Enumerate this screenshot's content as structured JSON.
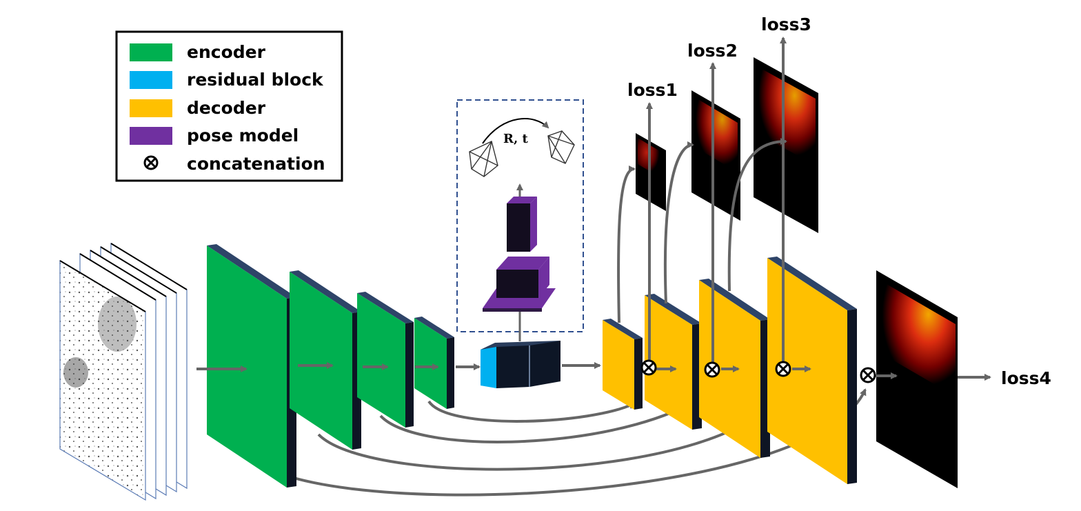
{
  "legend": {
    "items": [
      {
        "label": "encoder",
        "color": "#00b050",
        "kind": "swatch"
      },
      {
        "label": "residual block",
        "color": "#00b0f0",
        "kind": "swatch"
      },
      {
        "label": "decoder",
        "color": "#ffc000",
        "kind": "swatch"
      },
      {
        "label": "pose model",
        "color": "#7030a0",
        "kind": "swatch"
      },
      {
        "label": "concatenation",
        "color": "#000000",
        "kind": "otimes-icon"
      }
    ]
  },
  "pose": {
    "transform_label": "R, t"
  },
  "outputs": {
    "loss1": "loss1",
    "loss2": "loss2",
    "loss3": "loss3",
    "loss4": "loss4"
  },
  "colors": {
    "encoder": "#00b050",
    "residual": "#00b0f0",
    "decoder": "#ffc000",
    "pose": "#7030a0",
    "edge": "#1f2d3d",
    "arrow": "#666666",
    "dashed_box": "#2f4f8f"
  }
}
